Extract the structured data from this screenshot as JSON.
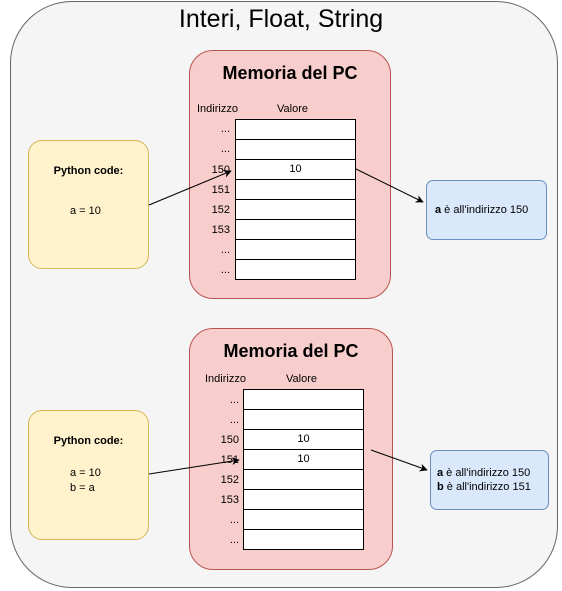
{
  "title": "Interi, Float, String",
  "diagrams": [
    {
      "memory_title": "Memoria del PC",
      "col_address": "Indirizzo",
      "col_value": "Valore",
      "rows": [
        {
          "address": "...",
          "value": ""
        },
        {
          "address": "...",
          "value": ""
        },
        {
          "address": "150",
          "value": "10"
        },
        {
          "address": "151",
          "value": ""
        },
        {
          "address": "152",
          "value": ""
        },
        {
          "address": "153",
          "value": ""
        },
        {
          "address": "...",
          "value": ""
        },
        {
          "address": "...",
          "value": ""
        }
      ],
      "code_title": "Python code:",
      "code_lines": [
        "a = 10"
      ],
      "notes": [
        {
          "var": "a",
          "text": " è all'indirizzo 150"
        }
      ]
    },
    {
      "memory_title": "Memoria del PC",
      "col_address": "Indirizzo",
      "col_value": "Valore",
      "rows": [
        {
          "address": "...",
          "value": ""
        },
        {
          "address": "...",
          "value": ""
        },
        {
          "address": "150",
          "value": "10"
        },
        {
          "address": "151",
          "value": "10"
        },
        {
          "address": "152",
          "value": ""
        },
        {
          "address": "153",
          "value": ""
        },
        {
          "address": "...",
          "value": ""
        },
        {
          "address": "...",
          "value": ""
        }
      ],
      "code_title": "Python code:",
      "code_lines": [
        "a = 10",
        "b = a"
      ],
      "notes": [
        {
          "var": "a",
          "text": " è all'indirizzo 150"
        },
        {
          "var": "b",
          "text": " è all'indirizzo 151"
        }
      ]
    }
  ]
}
